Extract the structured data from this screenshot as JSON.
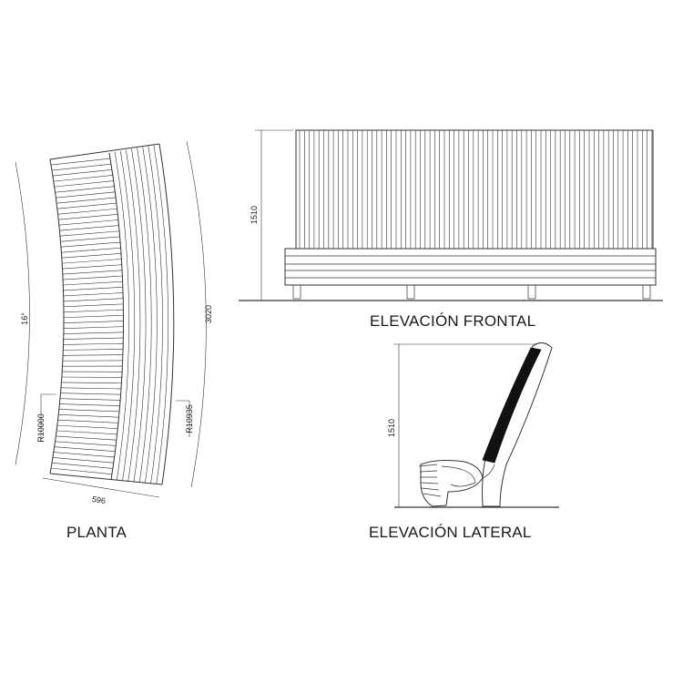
{
  "views": {
    "plan": {
      "title": "PLANTA"
    },
    "front": {
      "title": "ELEVACIÓN FRONTAL"
    },
    "side": {
      "title": "ELEVACIÓN LATERAL"
    }
  },
  "dimensions": {
    "plan_angle": "16°",
    "plan_inner_radius": "R10000",
    "plan_outer_radius": "R10935",
    "plan_length": "3020",
    "plan_depth": "596",
    "front_height": "1510",
    "side_height": "1510"
  },
  "colors": {
    "line": "#333333",
    "fill_dark": "#111111",
    "background": "#ffffff"
  }
}
